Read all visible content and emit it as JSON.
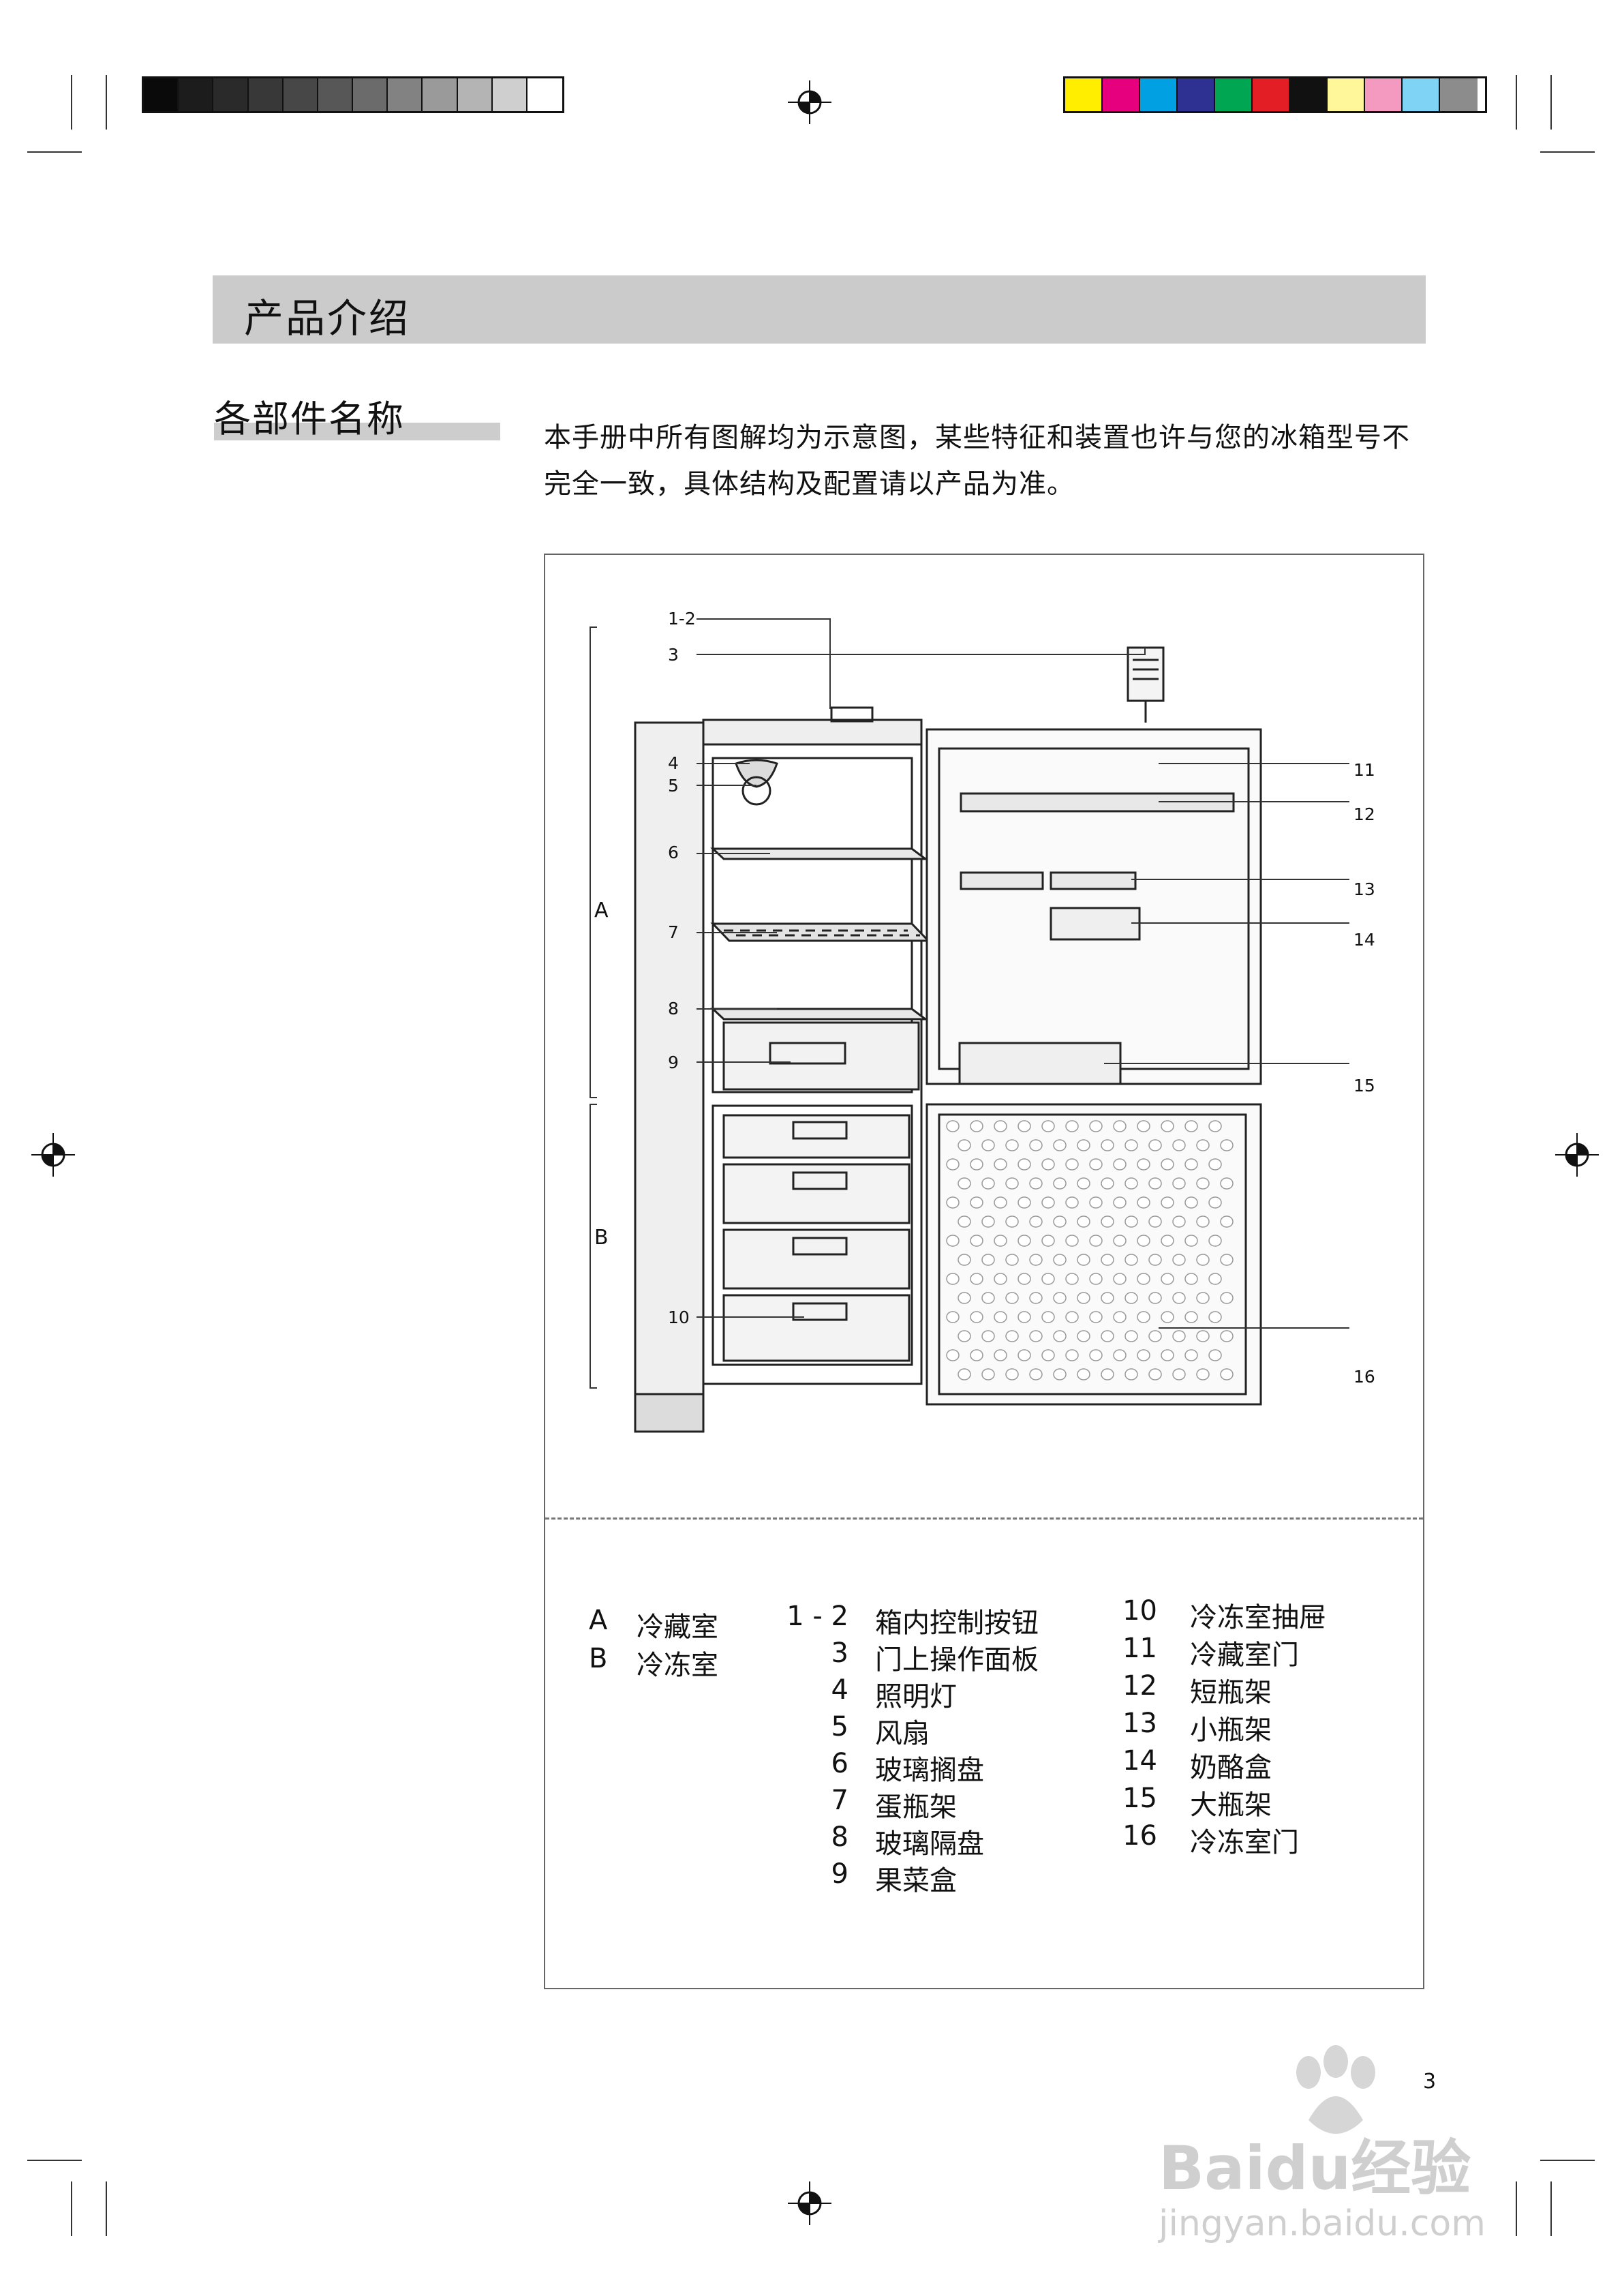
{
  "header": {
    "title": "产品介绍"
  },
  "section": {
    "title": "各部件名称"
  },
  "intro": "本手册中所有图解均为示意图，某些特征和装置也许与您的冰箱型号不完全一致，具体结构及配置请以产品为准。",
  "diagram": {
    "callouts_left": [
      "1-2",
      "3",
      "4",
      "5",
      "6",
      "7",
      "8",
      "9",
      "10"
    ],
    "callouts_right": [
      "11",
      "12",
      "13",
      "14",
      "15",
      "16"
    ],
    "zones": [
      "A",
      "B"
    ]
  },
  "legend": {
    "zones": [
      {
        "letter": "A",
        "name": "冷藏室"
      },
      {
        "letter": "B",
        "name": "冷冻室"
      }
    ],
    "col1": [
      {
        "num": "1 - 2",
        "name": "箱内控制按钮"
      },
      {
        "num": "3",
        "name": "门上操作面板"
      },
      {
        "num": "4",
        "name": "照明灯"
      },
      {
        "num": "5",
        "name": "风扇"
      },
      {
        "num": "6",
        "name": "玻璃搁盘"
      },
      {
        "num": "7",
        "name": "蛋瓶架"
      },
      {
        "num": "8",
        "name": "玻璃隔盘"
      },
      {
        "num": "9",
        "name": "果菜盒"
      }
    ],
    "col2": [
      {
        "num": "10",
        "name": "冷冻室抽屉"
      },
      {
        "num": "11",
        "name": "冷藏室门"
      },
      {
        "num": "12",
        "name": "短瓶架"
      },
      {
        "num": "13",
        "name": "小瓶架"
      },
      {
        "num": "14",
        "name": "奶酪盒"
      },
      {
        "num": "15",
        "name": "大瓶架"
      },
      {
        "num": "16",
        "name": "冷冻室门"
      }
    ]
  },
  "page_number": "3",
  "watermark": {
    "brand": "Baidu经验",
    "url": "jingyan.baidu.com"
  },
  "colors": {
    "gray_swatches": [
      "#0a0a0a",
      "#1c1c1c",
      "#2a2a2a",
      "#383838",
      "#474747",
      "#575757",
      "#6b6b6b",
      "#828282",
      "#9a9a9a",
      "#b4b4b4",
      "#cfcfcf",
      "#ffffff"
    ],
    "color_swatches": [
      "#ffee00",
      "#e6007e",
      "#00a0e3",
      "#2e3192",
      "#00a651",
      "#e31e24",
      "#111111",
      "#fff799",
      "#f49ac1",
      "#7fd3f4",
      "#8c8c8c"
    ],
    "band": "#cbcbcb"
  }
}
